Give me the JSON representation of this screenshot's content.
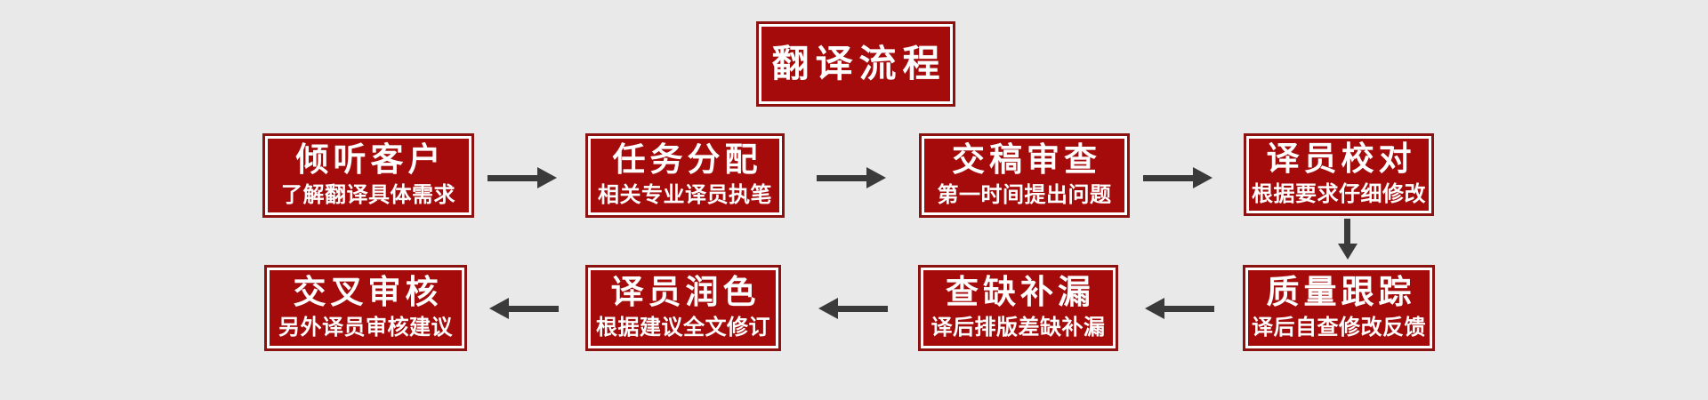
{
  "title": "翻译流程",
  "flow": {
    "row1": [
      {
        "title": "倾听客户",
        "subtitle": "了解翻译具体需求"
      },
      {
        "title": "任务分配",
        "subtitle": "相关专业译员执笔"
      },
      {
        "title": "交稿审查",
        "subtitle": "第一时间提出问题"
      },
      {
        "title": "译员校对",
        "subtitle": "根据要求仔细修改"
      }
    ],
    "row2": [
      {
        "title": "交叉审核",
        "subtitle": "另外译员审核建议"
      },
      {
        "title": "译员润色",
        "subtitle": "根据建议全文修订"
      },
      {
        "title": "查缺补漏",
        "subtitle": "译后排版差缺补漏"
      },
      {
        "title": "质量跟踪",
        "subtitle": "译后自查修改反馈"
      }
    ]
  },
  "arrows": {
    "row1_direction": "right",
    "connector_direction": "down",
    "row2_direction": "left"
  },
  "colors": {
    "background": "#e9e9e9",
    "box_fill": "#a50b0b",
    "box_outer_border": "#8c1111",
    "box_inner_border": "#ffffff",
    "text": "#ffffff",
    "arrow": "#3a3a3a"
  }
}
